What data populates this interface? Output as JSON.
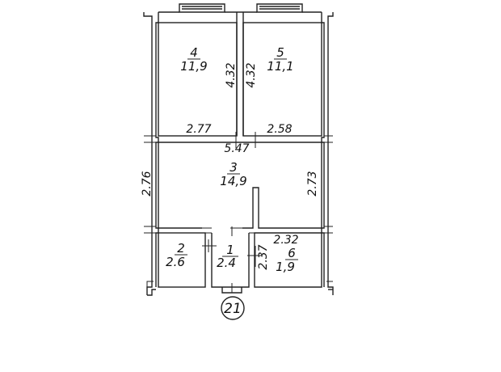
{
  "rooms": [
    {
      "number": "4",
      "area": "11,9"
    },
    {
      "number": "5",
      "area": "11,1"
    },
    {
      "number": "3",
      "area": "14,9"
    },
    {
      "number": "2",
      "area": "2.6"
    },
    {
      "number": "1",
      "area": "2.4"
    },
    {
      "number": "6",
      "area": "1,9"
    }
  ],
  "dimensions": {
    "room4_height": "4.32",
    "room5_height": "4.32",
    "room4_width": "2.77",
    "room5_width": "2.58",
    "hall_width": "5.47",
    "hall_left_height": "2.76",
    "hall_right_height": "2.73",
    "room6_width": "2.32",
    "room1_height": "2.37"
  },
  "marker": "21"
}
